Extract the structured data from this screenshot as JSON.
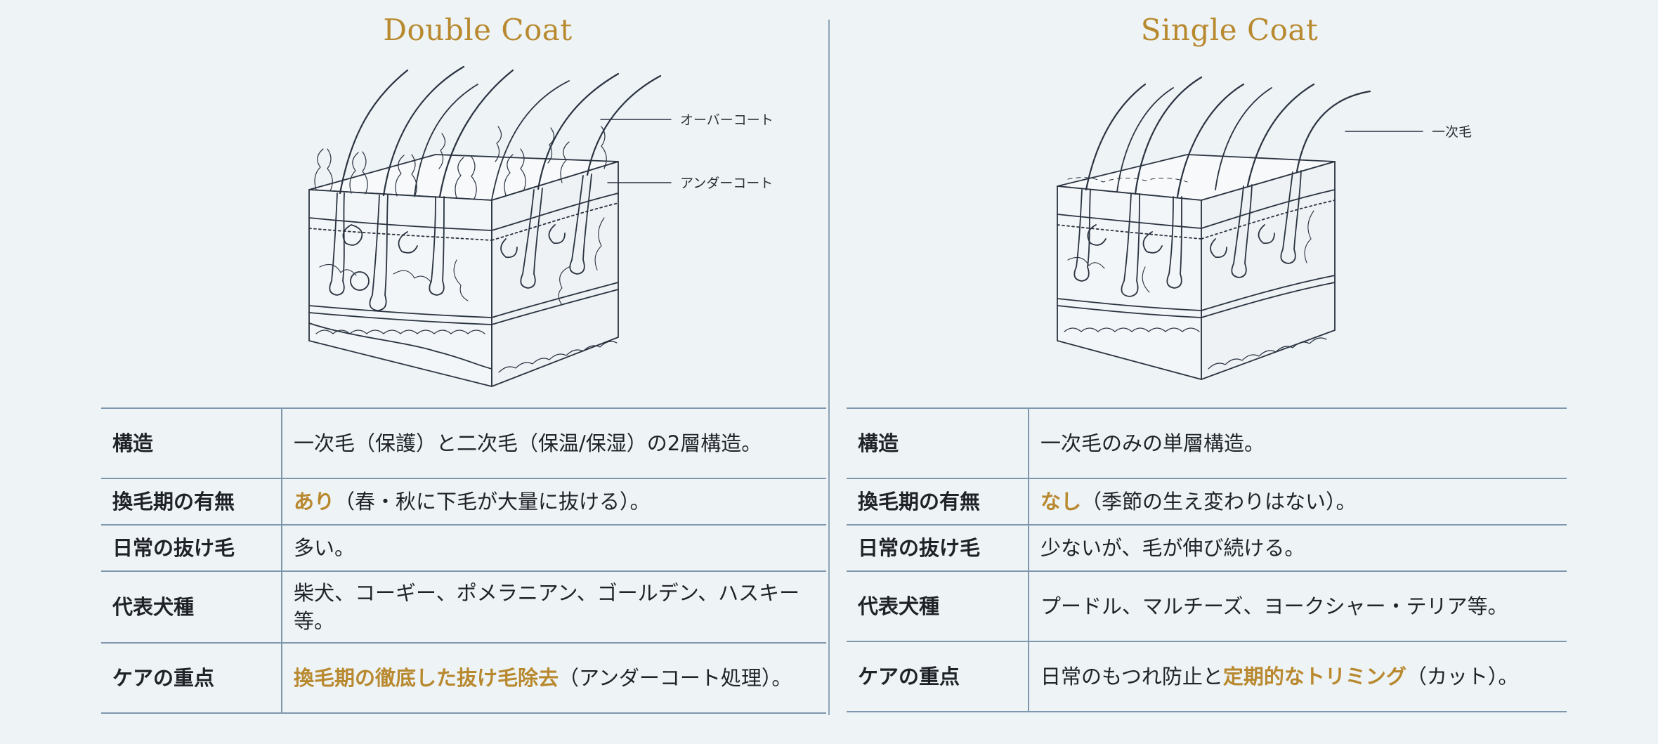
{
  "double": {
    "title": "Double Coat",
    "labels": {
      "overcoat": "オーバーコート",
      "undercoat": "アンダーコート"
    },
    "rows": {
      "structure": {
        "key": "構造",
        "value": "一次毛（保護）と二次毛（保温/保湿）の2層構造。"
      },
      "molt": {
        "key": "換毛期の有無",
        "highlight": "あり",
        "rest": "（春・秋に下毛が大量に抜ける）。"
      },
      "daily": {
        "key": "日常の抜け毛",
        "value": "多い。"
      },
      "breeds": {
        "key": "代表犬種",
        "value": "柴犬、コーギー、ポメラニアン、ゴールデン、ハスキー等。"
      },
      "care": {
        "key": "ケアの重点",
        "highlight": "換毛期の徹底した抜け毛除去",
        "rest": "（アンダーコート処理）。"
      }
    }
  },
  "single": {
    "title": "Single Coat",
    "labels": {
      "primary": "一次毛"
    },
    "rows": {
      "structure": {
        "key": "構造",
        "value": "一次毛のみの単層構造。"
      },
      "molt": {
        "key": "換毛期の有無",
        "highlight": "なし",
        "rest": "（季節の生え変わりはない）。"
      },
      "daily": {
        "key": "日常の抜け毛",
        "value": "少ないが、毛が伸び続ける。"
      },
      "breeds": {
        "key": "代表犬種",
        "value": "プードル、マルチーズ、ヨークシャー・テリア等。"
      },
      "care": {
        "key": "ケアの重点",
        "pre": "日常のもつれ防止と",
        "highlight": "定期的なトリミング",
        "rest": "（カット）。"
      }
    }
  },
  "colors": {
    "accent": "#b8892f",
    "line": "#7e97ac",
    "ink": "#2a3340"
  }
}
